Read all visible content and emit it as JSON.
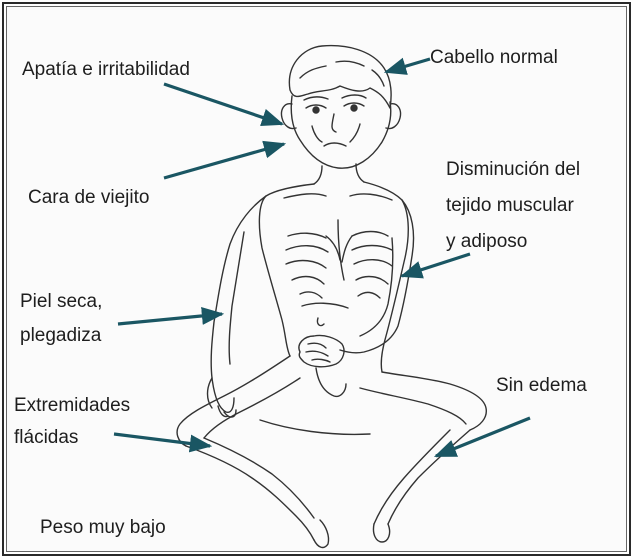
{
  "colors": {
    "arrow": "#1a5663",
    "line_art": "#333333",
    "text": "#1e1e1e",
    "frame": "#2a2a2a"
  },
  "labels": {
    "cabello": "Cabello normal",
    "apatia": "Apatía e irritabilidad",
    "cara": "Cara de viejito",
    "tejido_1": "Disminución del",
    "tejido_2": "tejido muscular",
    "tejido_3": "y adiposo",
    "piel_1": "Piel seca,",
    "piel_2": "plegadiza",
    "extremidades_1": "Extremidades",
    "extremidades_2": "flácidas",
    "edema": "Sin edema",
    "peso": "Peso muy bajo"
  }
}
